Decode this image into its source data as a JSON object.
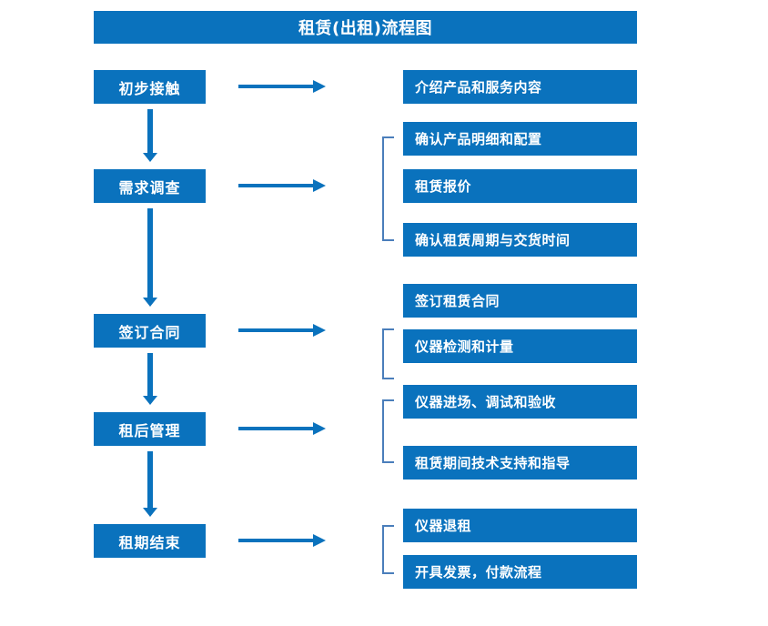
{
  "title": "租赁(出租)流程图",
  "colors": {
    "box_fill": "#0a72bd",
    "box_text": "#ffffff",
    "arrow": "#0a72bd",
    "bracket": "#4a7ebb",
    "background": "#ffffff"
  },
  "stages": [
    {
      "label": "初步接触"
    },
    {
      "label": "需求调查"
    },
    {
      "label": "签订合同"
    },
    {
      "label": "租后管理"
    },
    {
      "label": "租期结束"
    }
  ],
  "details": [
    {
      "label": "介绍产品和服务内容"
    },
    {
      "label": "确认产品明细和配置"
    },
    {
      "label": "租赁报价"
    },
    {
      "label": "确认租赁周期与交货时间"
    },
    {
      "label": "签订租赁合同"
    },
    {
      "label": "仪器检测和计量"
    },
    {
      "label": "仪器进场、调试和验收"
    },
    {
      "label": "租赁期间技术支持和指导"
    },
    {
      "label": "仪器退租"
    },
    {
      "label": "开具发票，付款流程"
    }
  ]
}
